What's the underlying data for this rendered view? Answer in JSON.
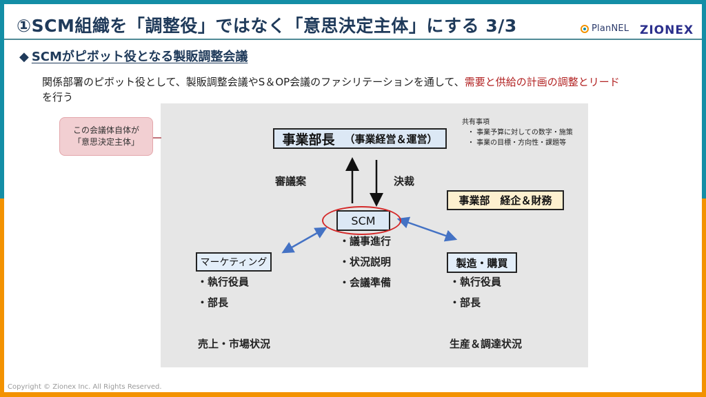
{
  "slide": {
    "title": "①SCM組織を「調整役」ではなく「意思決定主体」にする 3/3",
    "logos": {
      "plannel": "PlanNEL",
      "zionex": "ZIONEX"
    },
    "subtitle": {
      "bullet": "◆",
      "text": "SCMがピボット役となる製販調整会議"
    },
    "description": {
      "normal": "関係部署のピボット役として、製販調整会議やS＆OP会議のファシリテーションを通して、",
      "highlight": "需要と供給の計画の調整とリード",
      "tail": "を行う"
    },
    "callout": {
      "line1": "この会議体自体が",
      "line2": "「意思決定主体」"
    },
    "copyright": "Copyright © Zionex Inc. All Rights Reserved.",
    "colors": {
      "frame_top": "#138ea6",
      "frame_bottom": "#f39200",
      "title": "#1f3a5a",
      "highlight": "#b22222",
      "ring": "#d42a2a",
      "arrow_blue": "#4472c4"
    }
  },
  "diagram": {
    "head": {
      "title": "事業部長",
      "sub": "（事業経営＆運営）"
    },
    "shared": {
      "heading": "共有事項",
      "items": [
        "・ 事業予算に対しての数字・施策",
        "・ 事業の目標・方向性・課題等"
      ]
    },
    "up_label": "審議案",
    "down_label": "決裁",
    "finance": "事業部　経企＆財務",
    "scm": {
      "label": "SCM",
      "roles": [
        "・議事進行",
        "・状況説明",
        "・会議準備"
      ]
    },
    "marketing": {
      "label": "マーケティング",
      "members": [
        "・執行役員",
        "・部長"
      ],
      "status": "売上・市場状況"
    },
    "manufacturing": {
      "label": "製造・購買",
      "members": [
        "・執行役員",
        "・部長"
      ],
      "status": "生産＆調達状況"
    }
  }
}
